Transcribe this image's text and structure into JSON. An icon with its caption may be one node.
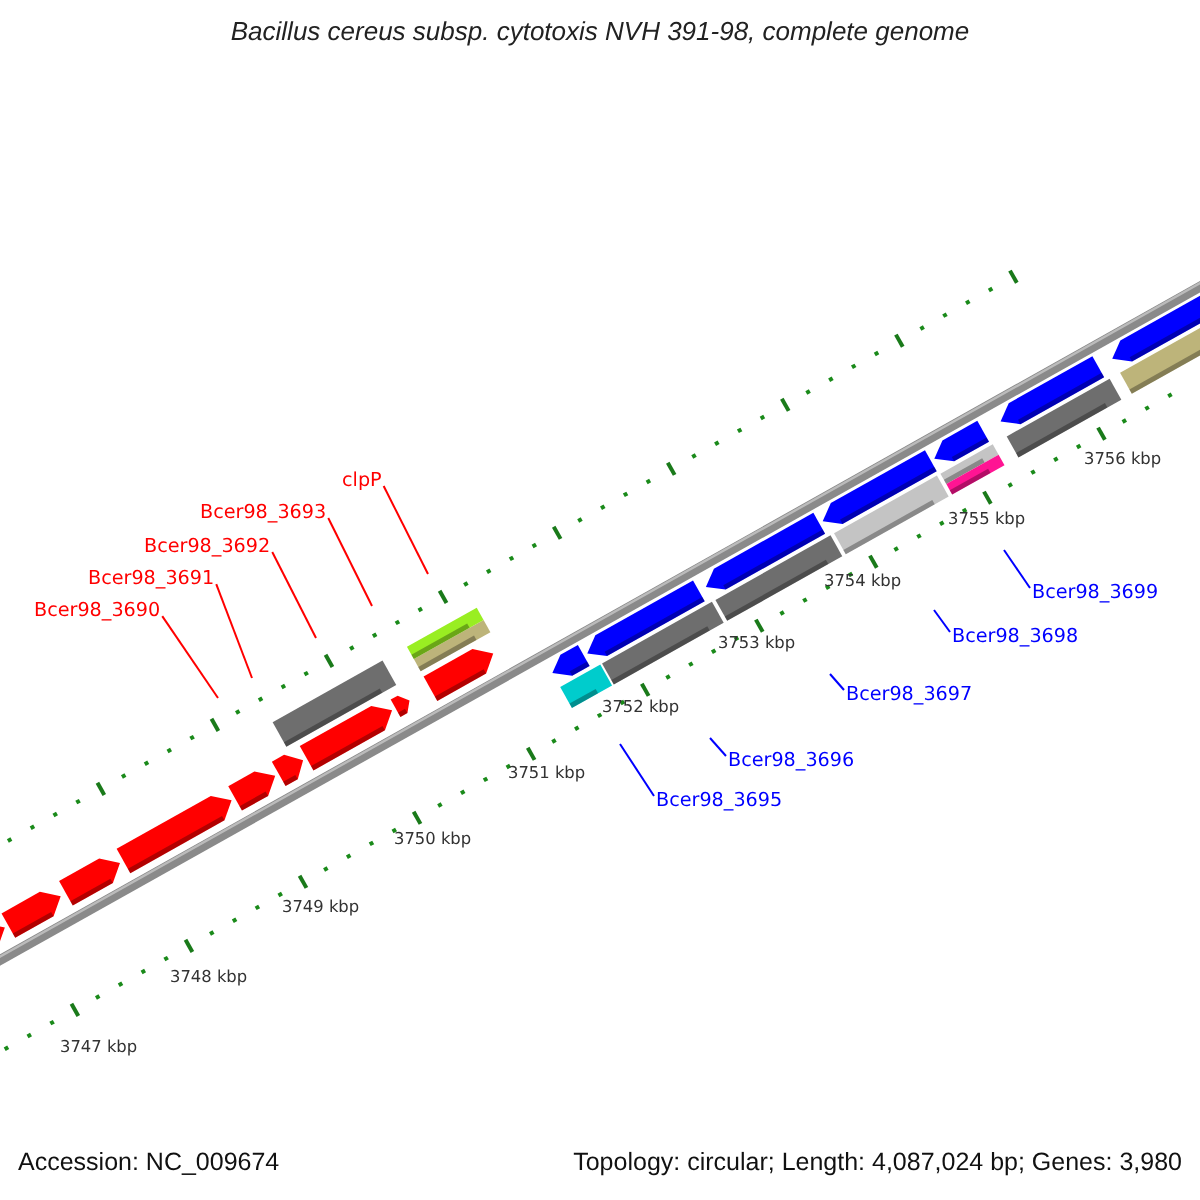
{
  "diagram": {
    "title": "Bacillus cereus subsp. cytotoxis NVH 391-98, complete genome",
    "nodes": [
      {
        "text": [
          "clpP"
        ]
      },
      {
        "text": [
          "Bcer98_3693"
        ]
      },
      {
        "text": [
          "Bcer98_3692"
        ]
      },
      {
        "text": [
          "Bcer98_3691"
        ]
      },
      {
        "text": [
          "Bcer98_3690"
        ]
      },
      {
        "text": [
          "Bcer98_3699"
        ]
      },
      {
        "text": [
          "Bcer98_3698"
        ]
      },
      {
        "text": [
          "Bcer98_3697"
        ]
      },
      {
        "text": [
          "Bcer98_3696"
        ]
      },
      {
        "text": [
          "Bcer98_3695"
        ]
      }
    ],
    "edges": [
      {
        "from": 0,
        "to": null,
        "arrow": "none"
      },
      {
        "from": 1,
        "to": null,
        "arrow": "none"
      },
      {
        "from": 2,
        "to": null,
        "arrow": "none"
      },
      {
        "from": 3,
        "to": null,
        "arrow": "none"
      },
      {
        "from": 4,
        "to": null,
        "arrow": "none"
      },
      {
        "from": 5,
        "to": null,
        "arrow": "none",
        "color": "#0000ff"
      },
      {
        "from": 6,
        "to": null,
        "arrow": "none",
        "color": "#0000ff"
      },
      {
        "from": 7,
        "to": null,
        "arrow": "none",
        "color": "#0000ff"
      },
      {
        "from": 8,
        "to": null,
        "arrow": "none",
        "color": "#0000ff"
      },
      {
        "from": 9,
        "to": null,
        "arrow": "none",
        "color": "#0000ff"
      }
    ],
    "labels": [
      "3756 kbp",
      "3755 kbp",
      "3754 kbp",
      "3753 kbp",
      "3752 kbp",
      "3751 kbp",
      "3750 kbp",
      "3749 kbp",
      "3748 kbp",
      "3747 kbp",
      "Accession: NC_009674",
      "Topology: circular; Length: 4,087,024 bp; Genes: 3,980"
    ]
  }
}
